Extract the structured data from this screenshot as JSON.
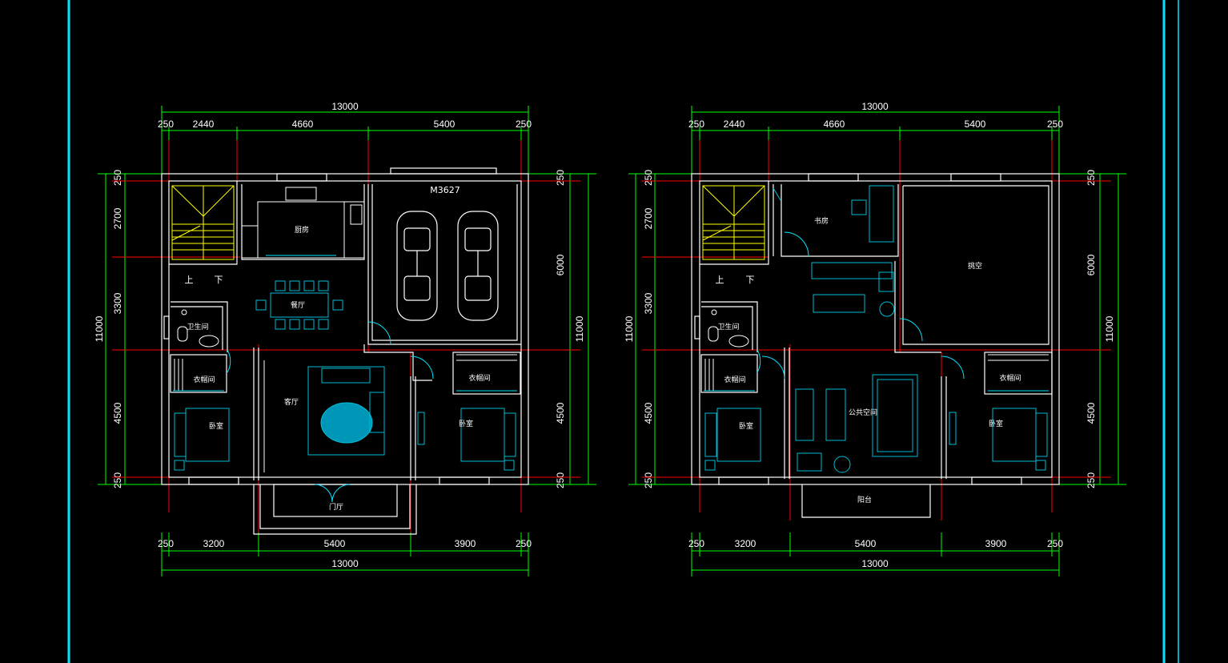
{
  "plans": [
    {
      "total_top": "13000",
      "top_segments": [
        "250",
        "2440",
        "4660",
        "5400",
        "250"
      ],
      "bottom_segments": [
        "250",
        "3200",
        "5400",
        "3900",
        "250"
      ],
      "total_bottom": "13000",
      "left_segments": [
        "250",
        "2700",
        "3300",
        "4500",
        "250"
      ],
      "left_total": "11000",
      "right_segments": [
        "250",
        "6000",
        "4500",
        "250"
      ],
      "right_total": "11000",
      "garage_door": "M3627",
      "stair_up": "上",
      "stair_down": "下",
      "rooms": {
        "kitchen": "厨房",
        "dining": "餐厅",
        "bathroom": "卫生间",
        "closet_left": "衣帽间",
        "closet_right": "衣帽间",
        "living": "客厅",
        "bedroom_left": "卧室",
        "bedroom_right": "卧室",
        "entry": "门厅"
      }
    },
    {
      "total_top": "13000",
      "top_segments": [
        "250",
        "2440",
        "4660",
        "5400",
        "250"
      ],
      "bottom_segments": [
        "250",
        "3200",
        "5400",
        "3900",
        "250"
      ],
      "total_bottom": "13000",
      "left_segments": [
        "250",
        "2700",
        "3300",
        "4500",
        "250"
      ],
      "left_total": "11000",
      "right_segments": [
        "250",
        "6000",
        "4500",
        "250"
      ],
      "right_total": "11000",
      "stair_up": "上",
      "stair_down": "下",
      "rooms": {
        "study": "书房",
        "void": "挑空",
        "bathroom": "卫生间",
        "closet_left": "衣帽间",
        "closet_right": "衣帽间",
        "lounge": "公共空间",
        "bedroom_left": "卧室",
        "bedroom_right": "卧室",
        "balcony": "阳台"
      }
    }
  ],
  "colors": {
    "background": "#000000",
    "frame": "#00e5ff",
    "dimension": "#00ff00",
    "axis": "#ff0000",
    "wall": "#ffffff",
    "furniture": "#00bcd4",
    "stair": "#ffff00"
  }
}
